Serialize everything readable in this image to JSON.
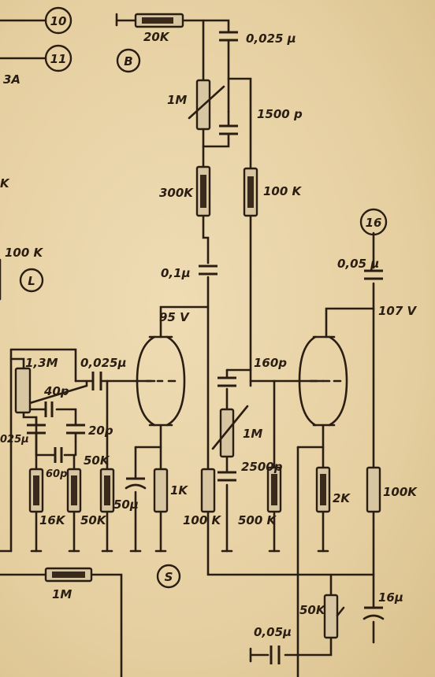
{
  "diagram": {
    "connector_labels": {
      "c10": "10",
      "c11": "11",
      "c16": "16",
      "nodeB": "B",
      "nodeL": "L",
      "nodeS": "S"
    },
    "labels": {
      "r20k": "20K",
      "c0025_top": "0,025 μ",
      "r1m_top": "1M",
      "c1500p": "1500 p",
      "r300k": "300K",
      "r100k_top": "100 K",
      "c01u": "0,1μ",
      "v95": "95 V",
      "c005_right": "0,05 μ",
      "v107": "107 V",
      "r13m": "1,3M",
      "c0025_left": "0,025μ",
      "c40p": "40p",
      "c20p": "20p",
      "c0025_edge": "025μ",
      "c60p": "60p",
      "r50k_mid": "50K",
      "r16k": "16K",
      "r50k_low": "50K",
      "c50u": "50μ",
      "r1k": "1K",
      "c160p": "160p",
      "r1m_mid": "1M",
      "c2500p": "2500p",
      "r100k_bottom": "100 K",
      "r500k": "500 K",
      "r2k": "2K",
      "r100k_right": "100K",
      "r1m_bottom": "1M",
      "r50k_bottom": "50K",
      "c16u": "16μ",
      "c005_bottom": "0,05μ",
      "edge_3a": "3A",
      "edge_k": "K",
      "edge_100k": "100 K"
    },
    "colors": {
      "paper": "#e7d3a8",
      "ink": "#2a1d12"
    }
  }
}
